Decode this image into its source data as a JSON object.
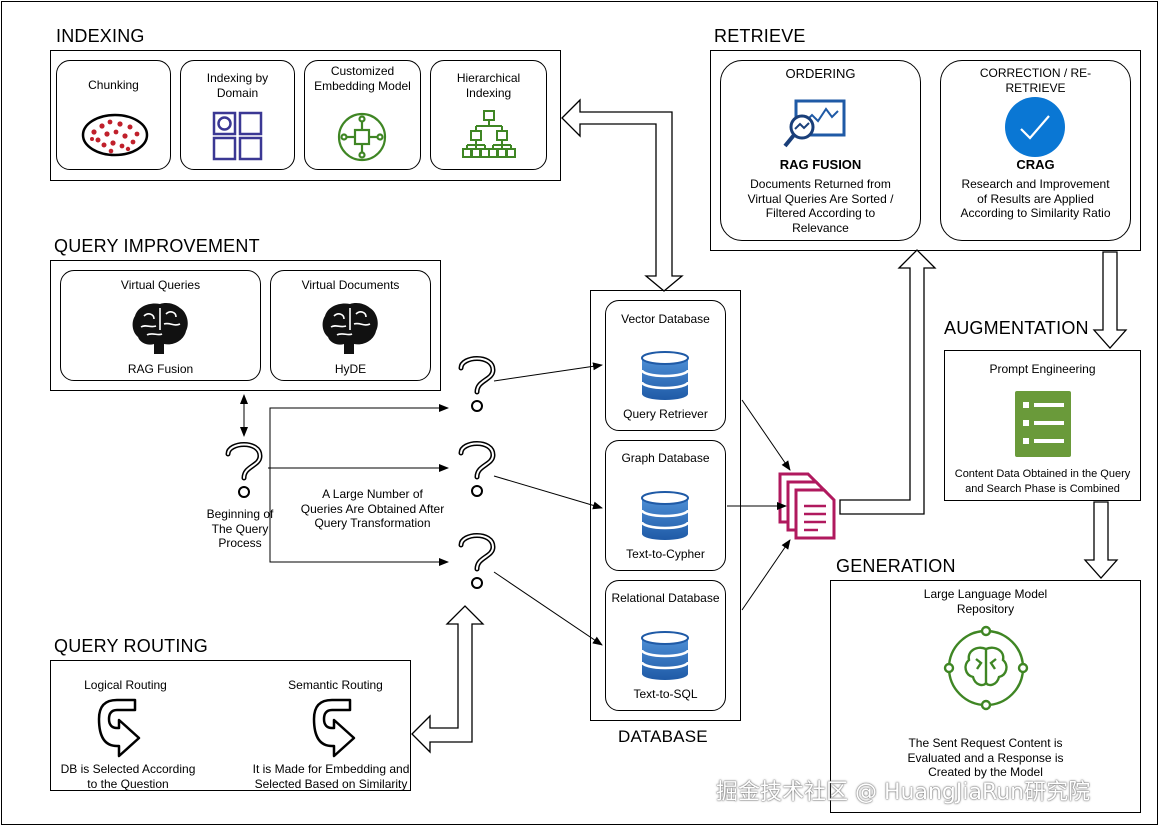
{
  "indexing": {
    "title": "INDEXING",
    "chunking": "Chunking",
    "by_domain": "Indexing by Domain",
    "embedding": "Customized Embedding Model",
    "hierarchical": "Hierarchical Indexing"
  },
  "retrieve": {
    "title": "RETRIEVE",
    "ordering": "ORDERING",
    "rag_fusion": "RAG FUSION",
    "rag_fusion_desc": "Documents Returned from Virtual Queries Are Sorted / Filtered According to Relevance",
    "correction": "CORRECTION / RE-RETRIEVE",
    "crag": "CRAG",
    "crag_desc": "Research and Improvement of Results are Applied According to Similarity Ratio"
  },
  "query_improvement": {
    "title": "QUERY IMPROVEMENT",
    "virtual_queries": "Virtual Queries",
    "rag_fusion": "RAG Fusion",
    "virtual_documents": "Virtual Documents",
    "hyde": "HyDE"
  },
  "flow": {
    "beginning": "Beginning of The Query Process",
    "many_queries": "A Large Number of Queries Are Obtained After Query Transformation"
  },
  "database": {
    "title": "DATABASE",
    "vector": "Vector Database",
    "vector_sub": "Query Retriever",
    "graph": "Graph Database",
    "graph_sub": "Text-to-Cypher",
    "relational": "Relational Database",
    "relational_sub": "Text-to-SQL"
  },
  "augmentation": {
    "title": "AUGMENTATION",
    "prompt": "Prompt Engineering",
    "desc": "Content Data Obtained in the Query and Search Phase is Combined"
  },
  "generation": {
    "title": "GENERATION",
    "llm": "Large Language Model Repository",
    "desc": "The Sent Request Content is Evaluated and a Response is Created by the Model"
  },
  "routing": {
    "title": "QUERY ROUTING",
    "logical": "Logical Routing",
    "logical_desc": "DB is Selected According to the Question",
    "semantic": "Semantic Routing",
    "semantic_desc": "It is Made for Embedding and Selected Based on Similarity"
  },
  "watermark": "掘金技术社区 @ HuangJiaRun研究院",
  "colors": {
    "accent_purple": "#3b3894",
    "accent_green": "#3f8624",
    "doc_magenta": "#b0195e",
    "db_blue": "#1f5aa6",
    "crag_blue": "#0a77d4",
    "augment_green": "#6a9a3a"
  }
}
